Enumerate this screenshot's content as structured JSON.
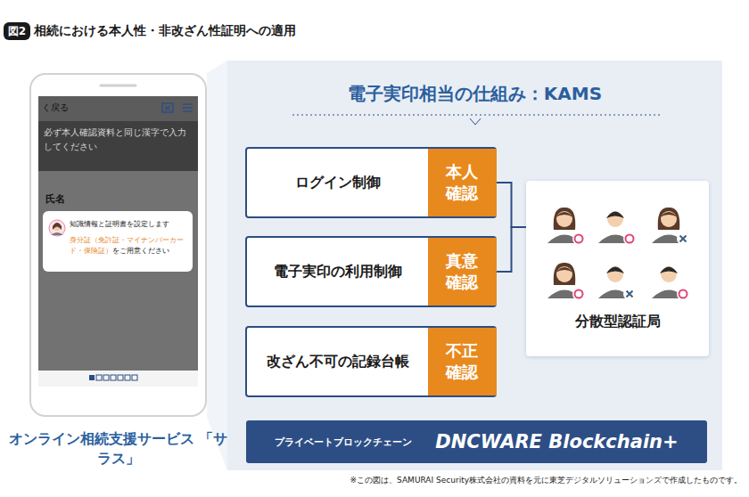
{
  "diagram": {
    "title": "相続における本人性・非改ざん性証明への適用",
    "caption": "※この図は、SAMURAI Security株式会社の資料を元に東芝デジタルソリューションズで作成したものです。",
    "nodes": [
      {
        "text": [
          "オンライン相続支援サービス 「サラス」"
        ]
      },
      {
        "text": [
          "知識情報と証明書を設定します",
          "身分証（免許証・マイナンバーカード・保険証）",
          "をご用意ください"
        ],
        "in": 0
      },
      {
        "text": [
          "電子実印相当の仕組み：KAMS"
        ]
      },
      {
        "text": [
          "ログイン制御"
        ],
        "in": 2
      },
      {
        "text": [
          "本人 確認"
        ],
        "in": 3
      },
      {
        "text": [
          "電子実印の利用制御"
        ],
        "in": 2
      },
      {
        "text": [
          "真意 確認"
        ],
        "in": 5
      },
      {
        "text": [
          "改ざん不可の記録台帳"
        ],
        "in": 2
      },
      {
        "text": [
          "不正 確認"
        ],
        "in": 7
      },
      {
        "text": [
          "分散型認証局"
        ],
        "in": 2
      },
      {
        "text": [
          "プライベートブロックチェーン",
          "DNCWARE Blockchain+"
        ],
        "in": 2
      }
    ],
    "edges": [
      {
        "from": 4,
        "to": 9,
        "arrow": "none"
      },
      {
        "from": 6,
        "to": 9,
        "arrow": "none"
      }
    ],
    "labels": [
      "図2",
      "く戻る",
      "必ず本人確認資料と同じ漢字で入力してください",
      "氏名"
    ]
  }
}
